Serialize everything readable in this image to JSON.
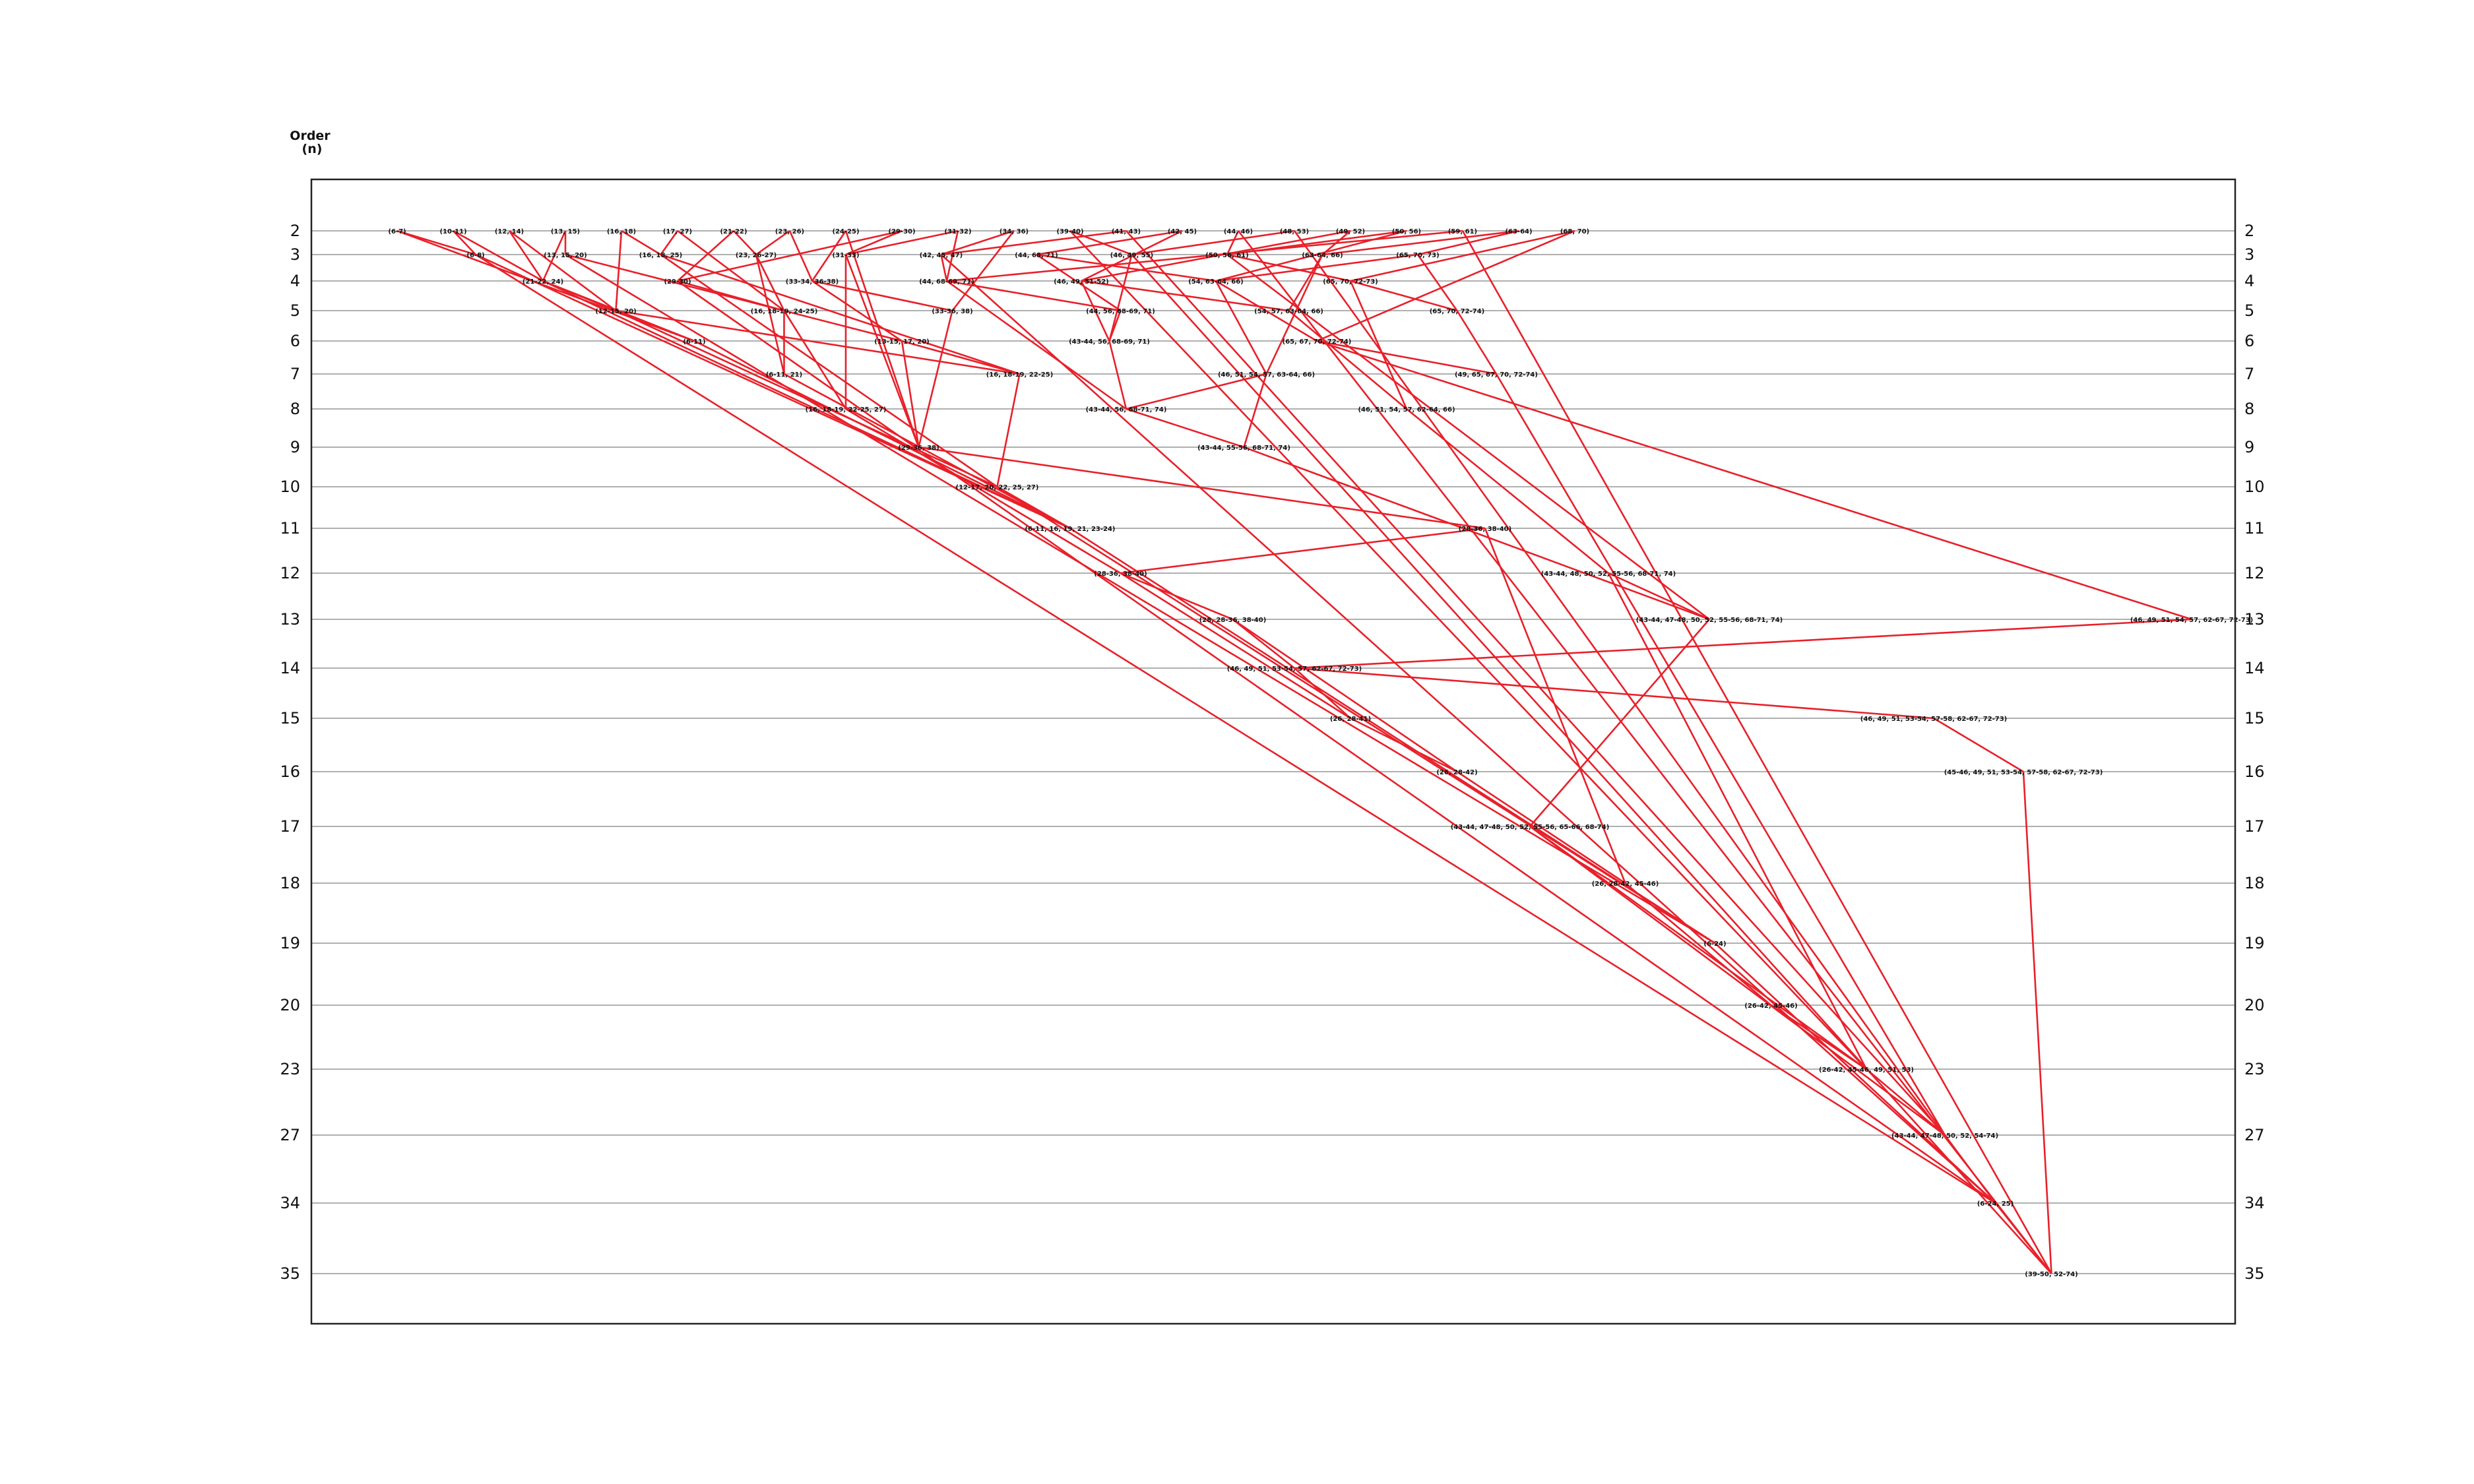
{
  "axis": {
    "title_line1": "Order",
    "title_line2": "(n)",
    "orders": [
      "2",
      "3",
      "4",
      "5",
      "6",
      "7",
      "8",
      "9",
      "10",
      "11",
      "12",
      "13",
      "14",
      "15",
      "16",
      "17",
      "18",
      "19",
      "20",
      "23",
      "27",
      "34",
      "35"
    ]
  },
  "nodes": [
    {
      "id": "a1",
      "row": 0,
      "col": 0.0,
      "label": "(6-7)"
    },
    {
      "id": "a2",
      "row": 0,
      "col": 0.5,
      "label": "(10-11)"
    },
    {
      "id": "a3",
      "row": 0,
      "col": 1.0,
      "label": "(12, 14)"
    },
    {
      "id": "a4",
      "row": 0,
      "col": 1.5,
      "label": "(13, 15)"
    },
    {
      "id": "a5",
      "row": 0,
      "col": 2.0,
      "label": "(16, 18)"
    },
    {
      "id": "a6",
      "row": 0,
      "col": 2.5,
      "label": "(17, 27)"
    },
    {
      "id": "a7",
      "row": 0,
      "col": 3.0,
      "label": "(21-22)"
    },
    {
      "id": "a8",
      "row": 0,
      "col": 3.5,
      "label": "(23, 26)"
    },
    {
      "id": "a9",
      "row": 0,
      "col": 4.0,
      "label": "(24-25)"
    },
    {
      "id": "a10",
      "row": 0,
      "col": 4.5,
      "label": "(29-30)"
    },
    {
      "id": "a11",
      "row": 0,
      "col": 5.0,
      "label": "(31-32)"
    },
    {
      "id": "a12",
      "row": 0,
      "col": 5.5,
      "label": "(34, 36)"
    },
    {
      "id": "a13",
      "row": 0,
      "col": 6.0,
      "label": "(39-40)"
    },
    {
      "id": "a14",
      "row": 0,
      "col": 6.5,
      "label": "(41, 43)"
    },
    {
      "id": "a15",
      "row": 0,
      "col": 7.0,
      "label": "(42, 45)"
    },
    {
      "id": "a16",
      "row": 0,
      "col": 7.5,
      "label": "(44, 46)"
    },
    {
      "id": "a17",
      "row": 0,
      "col": 8.0,
      "label": "(48, 53)"
    },
    {
      "id": "a18",
      "row": 0,
      "col": 8.5,
      "label": "(49, 52)"
    },
    {
      "id": "a19",
      "row": 0,
      "col": 9.0,
      "label": "(50, 56)"
    },
    {
      "id": "a20",
      "row": 0,
      "col": 9.5,
      "label": "(59, 61)"
    },
    {
      "id": "a21",
      "row": 0,
      "col": 10.0,
      "label": "(63-64)"
    },
    {
      "id": "a22",
      "row": 0,
      "col": 10.5,
      "label": "(68, 70)"
    },
    {
      "id": "b1",
      "row": 1,
      "col": 0.7,
      "label": "(6-8)"
    },
    {
      "id": "b2",
      "row": 1,
      "col": 1.5,
      "label": "(13, 15, 20)"
    },
    {
      "id": "b3",
      "row": 1,
      "col": 2.35,
      "label": "(16, 18, 25)"
    },
    {
      "id": "b4",
      "row": 1,
      "col": 3.2,
      "label": "(23, 26-27)"
    },
    {
      "id": "b5",
      "row": 1,
      "col": 4.0,
      "label": "(31-33)"
    },
    {
      "id": "b6",
      "row": 1,
      "col": 4.85,
      "label": "(42, 45, 47)"
    },
    {
      "id": "b7",
      "row": 1,
      "col": 5.7,
      "label": "(44, 68, 71)"
    },
    {
      "id": "b8",
      "row": 1,
      "col": 6.55,
      "label": "(46, 49, 55)"
    },
    {
      "id": "b9",
      "row": 1,
      "col": 7.4,
      "label": "(50, 56, 61)"
    },
    {
      "id": "b10",
      "row": 1,
      "col": 8.25,
      "label": "(63-64, 66)"
    },
    {
      "id": "b11",
      "row": 1,
      "col": 9.1,
      "label": "(65, 70, 73)"
    },
    {
      "id": "c1",
      "row": 2,
      "col": 1.3,
      "label": "(21-22, 24)"
    },
    {
      "id": "c2",
      "row": 2,
      "col": 2.5,
      "label": "(29-30)"
    },
    {
      "id": "c3",
      "row": 2,
      "col": 3.7,
      "label": "(33-34, 36-38)"
    },
    {
      "id": "c4",
      "row": 2,
      "col": 4.9,
      "label": "(44, 68-69, 71)"
    },
    {
      "id": "c5",
      "row": 2,
      "col": 6.1,
      "label": "(46, 49, 51-52)"
    },
    {
      "id": "c6",
      "row": 2,
      "col": 7.3,
      "label": "(54, 63-64, 66)"
    },
    {
      "id": "c7",
      "row": 2,
      "col": 8.5,
      "label": "(65, 70, 72-73)"
    },
    {
      "id": "d1",
      "row": 3,
      "col": 1.95,
      "label": "(12-15, 20)"
    },
    {
      "id": "d2",
      "row": 3,
      "col": 3.45,
      "label": "(16, 18-19, 24-25)"
    },
    {
      "id": "d3",
      "row": 3,
      "col": 4.95,
      "label": "(33-36, 38)"
    },
    {
      "id": "d4",
      "row": 3,
      "col": 6.45,
      "label": "(44, 56, 68-69, 71)"
    },
    {
      "id": "d5",
      "row": 3,
      "col": 7.95,
      "label": "(54, 57, 63-64, 66)"
    },
    {
      "id": "d6",
      "row": 3,
      "col": 9.45,
      "label": "(65, 70, 72-74)"
    },
    {
      "id": "e1",
      "row": 4,
      "col": 2.65,
      "label": "(6-11)"
    },
    {
      "id": "e2",
      "row": 4,
      "col": 4.5,
      "label": "(13-15, 17, 20)"
    },
    {
      "id": "e3",
      "row": 4,
      "col": 6.35,
      "label": "(43-44, 56, 68-69, 71)"
    },
    {
      "id": "e4",
      "row": 4,
      "col": 8.2,
      "label": "(65, 67, 70, 72-74)"
    },
    {
      "id": "f1",
      "row": 5,
      "col": 3.45,
      "label": "(6-11, 21)"
    },
    {
      "id": "f2",
      "row": 5,
      "col": 5.55,
      "label": "(16, 18-19, 22-25)"
    },
    {
      "id": "f3",
      "row": 5,
      "col": 7.75,
      "label": "(46, 51, 54, 57, 63-64, 66)"
    },
    {
      "id": "f4",
      "row": 5,
      "col": 9.8,
      "label": "(49, 65, 67, 70, 72-74)"
    },
    {
      "id": "g1",
      "row": 6,
      "col": 4.0,
      "label": "(16, 18-19, 22-25, 27)"
    },
    {
      "id": "g2",
      "row": 6,
      "col": 6.5,
      "label": "(43-44, 56, 68-71, 74)"
    },
    {
      "id": "g3",
      "row": 6,
      "col": 9.0,
      "label": "(46, 51, 54, 57, 62-64, 66)"
    },
    {
      "id": "h1",
      "row": 7,
      "col": 4.65,
      "label": "(29-36, 38)"
    },
    {
      "id": "h2",
      "row": 7,
      "col": 7.55,
      "label": "(43-44, 55-56, 68-71, 74)"
    },
    {
      "id": "i1",
      "row": 8,
      "col": 5.35,
      "label": "(12-17, 20, 22, 25, 27)"
    },
    {
      "id": "j1",
      "row": 9,
      "col": 6.0,
      "label": "(6-11, 16, 19, 21, 23-24)"
    },
    {
      "id": "j2",
      "row": 9,
      "col": 9.7,
      "label": "(28-36, 38-40)"
    },
    {
      "id": "k1",
      "row": 10,
      "col": 6.45,
      "label": "(28-36, 38-40)"
    },
    {
      "id": "k2",
      "row": 10,
      "col": 10.8,
      "label": "(43-44, 48, 50, 52, 55-56, 68-71, 74)"
    },
    {
      "id": "l1",
      "row": 11,
      "col": 7.45,
      "label": "(28, 28-36, 38-40)"
    },
    {
      "id": "l2",
      "row": 11,
      "col": 11.7,
      "label": "(43-44, 47-48, 50, 52, 55-56, 68-71, 74)"
    },
    {
      "id": "l3",
      "row": 11,
      "col": 16.0,
      "label": "(46, 49, 51, 54, 57, 62-67, 72-73)"
    },
    {
      "id": "m1",
      "row": 12,
      "col": 8.0,
      "label": "(46, 49, 51, 53-54, 57, 62-67, 72-73)"
    },
    {
      "id": "n1",
      "row": 13,
      "col": 8.5,
      "label": "(26, 28-41)"
    },
    {
      "id": "n2",
      "row": 13,
      "col": 13.7,
      "label": "(46, 49, 51, 53-54, 57-58, 62-67, 72-73)"
    },
    {
      "id": "o1",
      "row": 14,
      "col": 9.45,
      "label": "(26, 28-42)"
    },
    {
      "id": "o2",
      "row": 14,
      "col": 14.5,
      "label": "(45-46, 49, 51, 53-54, 57-58, 62-67, 72-73)"
    },
    {
      "id": "p1",
      "row": 15,
      "col": 10.1,
      "label": "(43-44, 47-48, 50, 52, 55-56, 65-66, 68-74)"
    },
    {
      "id": "q1",
      "row": 16,
      "col": 10.95,
      "label": "(26, 28-42, 45-46)"
    },
    {
      "id": "r1",
      "row": 17,
      "col": 11.75,
      "label": "(6-24)"
    },
    {
      "id": "s1",
      "row": 18,
      "col": 12.25,
      "label": "(26-42, 45-46)"
    },
    {
      "id": "t1",
      "row": 19,
      "col": 13.1,
      "label": "(26-42, 45-46, 49, 51, 53)"
    },
    {
      "id": "u1",
      "row": 20,
      "col": 13.8,
      "label": "(43-44, 47-48, 50, 52, 54-74)"
    },
    {
      "id": "v1",
      "row": 21,
      "col": 14.25,
      "label": "(6-24, 25)"
    },
    {
      "id": "w1",
      "row": 22,
      "col": 14.75,
      "label": "(39-50, 52-74)"
    }
  ],
  "edges": [
    [
      "a1",
      "e1"
    ],
    [
      "a1",
      "b1"
    ],
    [
      "a2",
      "b1"
    ],
    [
      "a2",
      "c1"
    ],
    [
      "a3",
      "c1"
    ],
    [
      "a3",
      "d1"
    ],
    [
      "a4",
      "b2"
    ],
    [
      "a4",
      "c1"
    ],
    [
      "a5",
      "d1"
    ],
    [
      "a5",
      "b3"
    ],
    [
      "a6",
      "d2"
    ],
    [
      "a6",
      "b3"
    ],
    [
      "a7",
      "b4"
    ],
    [
      "a7",
      "c2"
    ],
    [
      "a8",
      "c3"
    ],
    [
      "a8",
      "b4"
    ],
    [
      "a9",
      "c3"
    ],
    [
      "a9",
      "h1"
    ],
    [
      "a10",
      "c2"
    ],
    [
      "a10",
      "b5"
    ],
    [
      "a11",
      "c4"
    ],
    [
      "a11",
      "b5"
    ],
    [
      "a12",
      "d3"
    ],
    [
      "a12",
      "b6"
    ],
    [
      "a13",
      "b8"
    ],
    [
      "a13",
      "t1"
    ],
    [
      "a14",
      "b6"
    ],
    [
      "a14",
      "u1"
    ],
    [
      "a15",
      "b7"
    ],
    [
      "a15",
      "c5"
    ],
    [
      "a16",
      "w1"
    ],
    [
      "a16",
      "b9"
    ],
    [
      "a17",
      "b8"
    ],
    [
      "a17",
      "u1"
    ],
    [
      "a18",
      "c5"
    ],
    [
      "a18",
      "b10"
    ],
    [
      "a19",
      "c6"
    ],
    [
      "a19",
      "b9"
    ],
    [
      "a20",
      "w1"
    ],
    [
      "a20",
      "c4"
    ],
    [
      "a21",
      "b10"
    ],
    [
      "a21",
      "b11"
    ],
    [
      "a22",
      "c7"
    ],
    [
      "a22",
      "e4"
    ],
    [
      "b1",
      "j1"
    ],
    [
      "b1",
      "v1"
    ],
    [
      "b2",
      "r1"
    ],
    [
      "b2",
      "e2"
    ],
    [
      "b3",
      "f2"
    ],
    [
      "b3",
      "i1"
    ],
    [
      "b4",
      "d2"
    ],
    [
      "b4",
      "f1"
    ],
    [
      "b5",
      "g1"
    ],
    [
      "b5",
      "h1"
    ],
    [
      "b6",
      "c4"
    ],
    [
      "b6",
      "v1"
    ],
    [
      "b7",
      "c6"
    ],
    [
      "b7",
      "d4"
    ],
    [
      "b8",
      "e3"
    ],
    [
      "b8",
      "w1"
    ],
    [
      "b9",
      "c7"
    ],
    [
      "b9",
      "l2"
    ],
    [
      "b10",
      "d5"
    ],
    [
      "b10",
      "f3"
    ],
    [
      "b11",
      "d6"
    ],
    [
      "b11",
      "c6"
    ],
    [
      "c1",
      "d1"
    ],
    [
      "c1",
      "e1"
    ],
    [
      "c1",
      "j1"
    ],
    [
      "c2",
      "d2"
    ],
    [
      "c2",
      "v1"
    ],
    [
      "c3",
      "d3"
    ],
    [
      "c3",
      "e2"
    ],
    [
      "c4",
      "g2"
    ],
    [
      "c4",
      "d4"
    ],
    [
      "c5",
      "e3"
    ],
    [
      "c5",
      "d5"
    ],
    [
      "c6",
      "f3"
    ],
    [
      "c6",
      "e4"
    ],
    [
      "c7",
      "d6"
    ],
    [
      "c7",
      "g3"
    ],
    [
      "d1",
      "f2"
    ],
    [
      "d1",
      "i1"
    ],
    [
      "d2",
      "g1"
    ],
    [
      "d2",
      "f1"
    ],
    [
      "d3",
      "h1"
    ],
    [
      "d4",
      "e3"
    ],
    [
      "d5",
      "g3"
    ],
    [
      "d6",
      "f4"
    ],
    [
      "e1",
      "j1"
    ],
    [
      "e2",
      "f2"
    ],
    [
      "e2",
      "h1"
    ],
    [
      "e3",
      "g2"
    ],
    [
      "e4",
      "f4"
    ],
    [
      "e4",
      "l3"
    ],
    [
      "f1",
      "j1"
    ],
    [
      "f2",
      "i1"
    ],
    [
      "f3",
      "h2"
    ],
    [
      "f4",
      "u1"
    ],
    [
      "g1",
      "k1"
    ],
    [
      "g2",
      "h2"
    ],
    [
      "g2",
      "f3"
    ],
    [
      "g3",
      "k2"
    ],
    [
      "h1",
      "j2"
    ],
    [
      "h2",
      "l2"
    ],
    [
      "i1",
      "j1"
    ],
    [
      "i1",
      "r1"
    ],
    [
      "j1",
      "r1"
    ],
    [
      "j2",
      "k1"
    ],
    [
      "j2",
      "q1"
    ],
    [
      "k1",
      "l1"
    ],
    [
      "k1",
      "n1"
    ],
    [
      "k2",
      "l2"
    ],
    [
      "k2",
      "t1"
    ],
    [
      "l1",
      "m1"
    ],
    [
      "l1",
      "o1"
    ],
    [
      "l2",
      "p1"
    ],
    [
      "l3",
      "m1"
    ],
    [
      "m1",
      "n2"
    ],
    [
      "m1",
      "n1"
    ],
    [
      "n1",
      "o1"
    ],
    [
      "n2",
      "o2"
    ],
    [
      "o1",
      "q1"
    ],
    [
      "o2",
      "w1"
    ],
    [
      "p1",
      "t1"
    ],
    [
      "p1",
      "u1"
    ],
    [
      "q1",
      "s1"
    ],
    [
      "r1",
      "v1"
    ],
    [
      "s1",
      "t1"
    ],
    [
      "t1",
      "u1"
    ],
    [
      "u1",
      "v1"
    ],
    [
      "v1",
      "w1"
    ]
  ]
}
